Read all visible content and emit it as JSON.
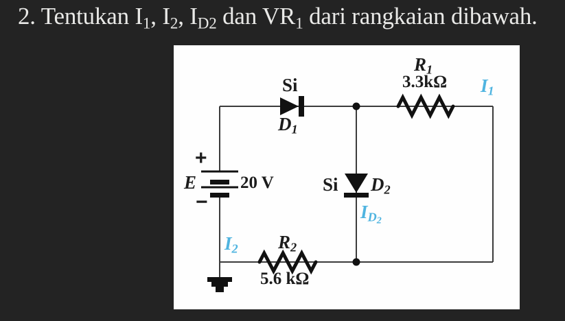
{
  "colors": {
    "pagebg": "#232323",
    "boxbg": "#fefefe",
    "wire": "#3b3b3b",
    "ink": "#111111",
    "label": "#1c1c1c",
    "current": "#4fb4e0",
    "titlecolor": "#e9e9e7"
  },
  "title": {
    "segments": [
      {
        "text": "2. Tentukan I"
      },
      {
        "text": "1"
      },
      {
        "text": ", I"
      },
      {
        "text": "2"
      },
      {
        "text": ", I"
      },
      {
        "text": "D2"
      },
      {
        "text": " dan VR"
      },
      {
        "text": "1"
      },
      {
        "text": " dari rangkaian dibawah."
      }
    ]
  },
  "circuit": {
    "source": {
      "name": "E",
      "plus": "+",
      "minus": "−",
      "value": "20 V"
    },
    "d1": {
      "material": "Si",
      "name_main": "D",
      "name_sub": "1"
    },
    "d2": {
      "material": "Si",
      "name_main": "D",
      "name_sub": "2"
    },
    "r1": {
      "name_main": "R",
      "name_sub": "1",
      "value": "3.3kΩ"
    },
    "r2": {
      "name_main": "R",
      "name_sub": "2",
      "value": "5.6 kΩ"
    },
    "currents": {
      "i1": {
        "main": "I",
        "sub": "1"
      },
      "i2": {
        "main": "I",
        "sub": "2"
      },
      "id2": {
        "main": "I",
        "sub": "D",
        "subsub": "2"
      }
    }
  }
}
